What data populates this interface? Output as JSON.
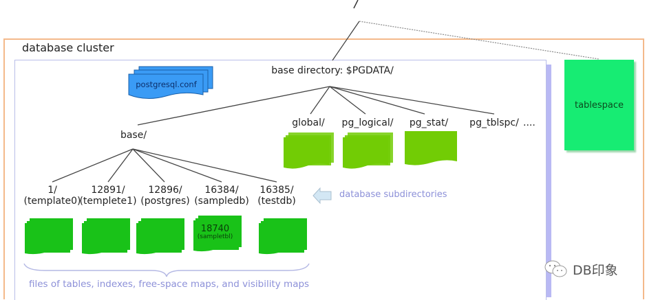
{
  "diagram": {
    "root_label": "/",
    "cluster_title": "database cluster",
    "base_directory_label": "base directory: $PGDATA/",
    "config_file": "postgresql.conf",
    "base_dir": "base/",
    "top_subdirs": [
      {
        "label": "global/",
        "has_files": true
      },
      {
        "label": "pg_logical/",
        "has_files": true
      },
      {
        "label": "pg_stat/",
        "has_files": true
      },
      {
        "label": "pg_tblspc/",
        "has_files": false
      }
    ],
    "ellipsis": "....",
    "databases": [
      {
        "oid": "1/",
        "name": "(template0)"
      },
      {
        "oid": "12891/",
        "name": "(templete1)"
      },
      {
        "oid": "12896/",
        "name": "(postgres)"
      },
      {
        "oid": "16384/",
        "name": "(sampledb)"
      },
      {
        "oid": "16385/",
        "name": "(testdb)"
      }
    ],
    "sample_file": {
      "oid": "18740",
      "name": "(sampletbl)"
    },
    "database_subdirectories_note": "database subdirectories",
    "files_note": "files of tables, indexes, free-space maps, and visibility maps",
    "tablespace_label": "tablespace",
    "colors": {
      "cluster_border": "#f4b98a",
      "base_box_border": "#b9bde8",
      "config_file": "#3a9bf5",
      "system_dir_files": "#72cc05",
      "db_files": "#19c218",
      "tablespace": "#17ec73",
      "note_text": "#8c90d8",
      "arrow_fill": "#d3e7f4"
    }
  },
  "watermark": {
    "icon": "wechat-icon",
    "text": "DB印象"
  }
}
